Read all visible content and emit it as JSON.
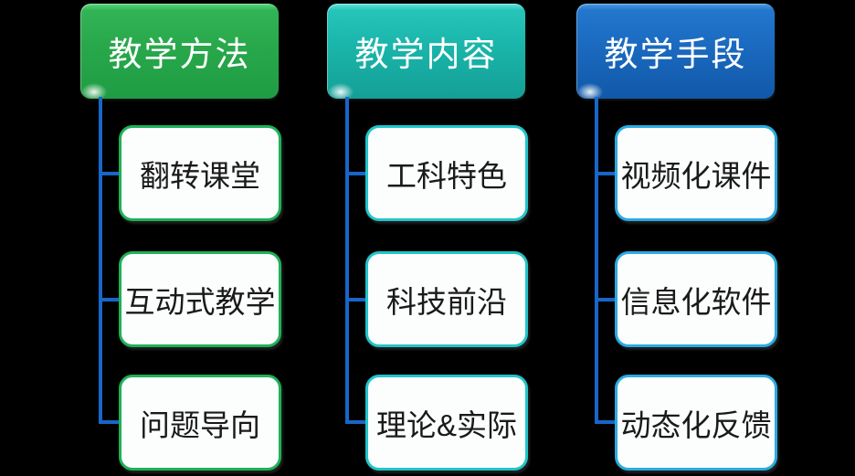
{
  "page": {
    "background": "#000000"
  },
  "diagram": {
    "connector_color": "#1866c8",
    "columns": [
      {
        "id": "teaching-methods",
        "header": {
          "label": "教学方法",
          "fill_top": "#5cd97c",
          "fill_main": "#28a84b",
          "fill_bottom": "#1f9c44",
          "text_color": "#ffffff"
        },
        "item_border_color": "#1db157",
        "items": [
          {
            "label": "翻转课堂"
          },
          {
            "label": "互动式教学"
          },
          {
            "label": "问题导向"
          }
        ]
      },
      {
        "id": "teaching-content",
        "header": {
          "label": "教学内容",
          "fill_top": "#66e3da",
          "fill_main": "#1ab5aa",
          "fill_bottom": "#149f96",
          "text_color": "#ffffff"
        },
        "item_border_color": "#20c5c9",
        "items": [
          {
            "label": "工科特色"
          },
          {
            "label": "科技前沿"
          },
          {
            "label": "理论&实际"
          }
        ]
      },
      {
        "id": "teaching-means",
        "header": {
          "label": "教学手段",
          "fill_top": "#4d9be0",
          "fill_main": "#1a6ac0",
          "fill_bottom": "#1158a8",
          "text_color": "#ffffff"
        },
        "item_border_color": "#29abe2",
        "items": [
          {
            "label": "视频化课件"
          },
          {
            "label": "信息化软件"
          },
          {
            "label": "动态化反馈"
          }
        ]
      }
    ]
  }
}
